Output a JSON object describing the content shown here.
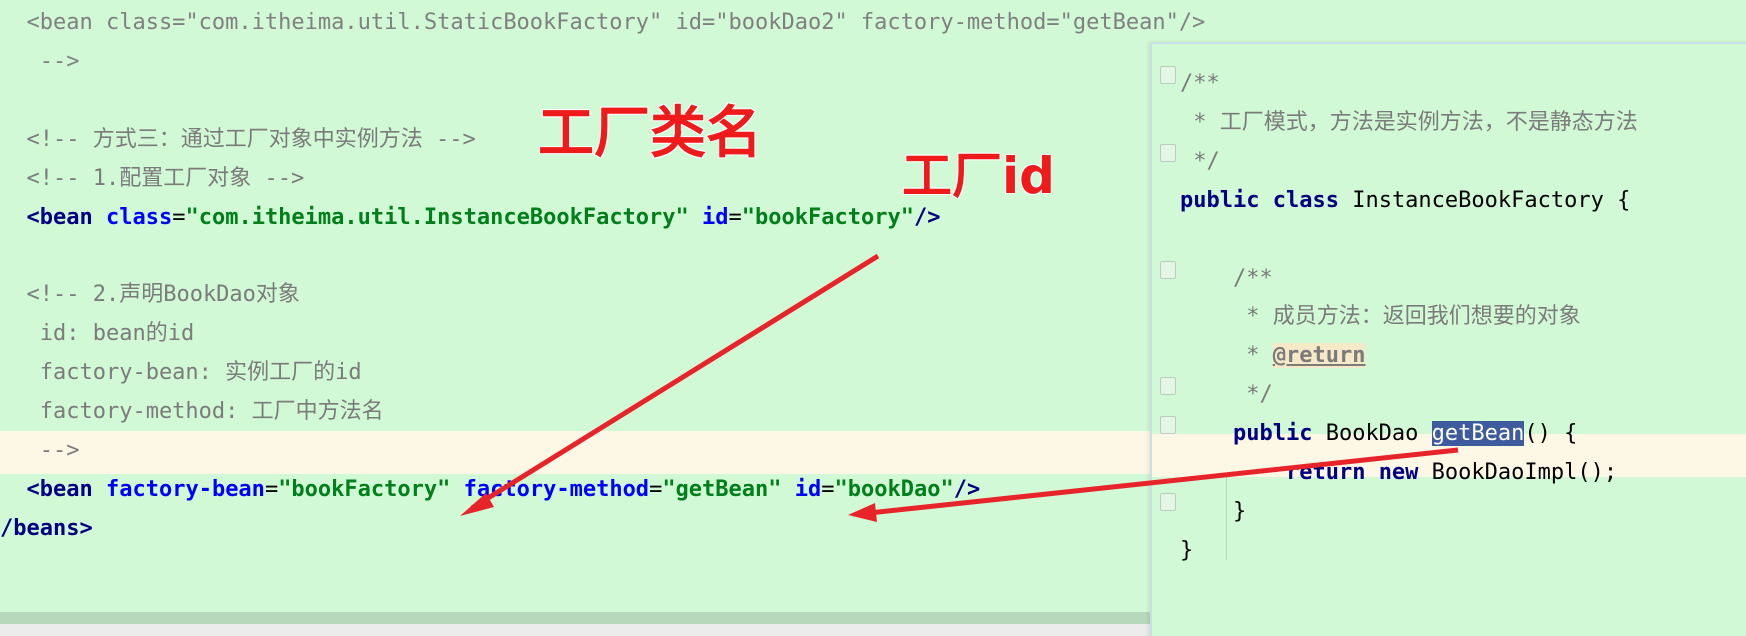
{
  "xml_editor": {
    "lines": [
      {
        "segments": [
          {
            "t": "  <bean class=\"com.itheima.util.StaticBookFactory\" id=\"bookDao2\" factory-method=\"getBean\"/>",
            "c": "c-dim"
          }
        ]
      },
      {
        "segments": [
          {
            "t": "   -->",
            "c": "c-dim"
          }
        ]
      },
      {
        "segments": []
      },
      {
        "segments": [
          {
            "t": "  <!-- 方式三：通过工厂对象中实例方法 -->",
            "c": "c-comment"
          }
        ]
      },
      {
        "segments": [
          {
            "t": "  <!-- 1.配置工厂对象 -->",
            "c": "c-comment"
          }
        ]
      },
      {
        "segments": [
          {
            "t": "  ",
            "c": "c-plain"
          },
          {
            "t": "<bean ",
            "c": "c-tag"
          },
          {
            "t": "class",
            "c": "c-attr"
          },
          {
            "t": "=",
            "c": "c-plain"
          },
          {
            "t": "\"com.itheima.util.InstanceBookFactory\"",
            "c": "c-str"
          },
          {
            "t": " ",
            "c": "c-plain"
          },
          {
            "t": "id",
            "c": "c-attr"
          },
          {
            "t": "=",
            "c": "c-plain"
          },
          {
            "t": "\"bookFactory\"",
            "c": "c-str"
          },
          {
            "t": "/>",
            "c": "c-tag"
          }
        ]
      },
      {
        "segments": []
      },
      {
        "segments": [
          {
            "t": "  <!-- 2.声明BookDao对象",
            "c": "c-comment"
          }
        ]
      },
      {
        "segments": [
          {
            "t": "   id: bean的id",
            "c": "c-comment"
          }
        ]
      },
      {
        "segments": [
          {
            "t": "   factory-bean: 实例工厂的id",
            "c": "c-comment"
          }
        ]
      },
      {
        "segments": [
          {
            "t": "   factory-method: 工厂中方法名",
            "c": "c-comment"
          }
        ]
      },
      {
        "segments": [
          {
            "t": "   -->",
            "c": "c-comment"
          }
        ]
      },
      {
        "segments": [
          {
            "t": "  ",
            "c": "c-plain"
          },
          {
            "t": "<bean ",
            "c": "c-tag"
          },
          {
            "t": "factory-bean",
            "c": "c-attr"
          },
          {
            "t": "=",
            "c": "c-plain"
          },
          {
            "t": "\"bookFactory\"",
            "c": "c-str"
          },
          {
            "t": " ",
            "c": "c-plain"
          },
          {
            "t": "factory-method",
            "c": "c-attr"
          },
          {
            "t": "=",
            "c": "c-plain"
          },
          {
            "t": "\"getBean\"",
            "c": "c-str"
          },
          {
            "t": " ",
            "c": "c-plain"
          },
          {
            "t": "id",
            "c": "c-attr"
          },
          {
            "t": "=",
            "c": "c-plain"
          },
          {
            "t": "\"bookDao\"",
            "c": "c-str"
          },
          {
            "t": "/>",
            "c": "c-tag"
          }
        ]
      },
      {
        "segments": [
          {
            "t": "/beans>",
            "c": "c-tag"
          }
        ]
      }
    ]
  },
  "java_popup": {
    "lines": [
      {
        "segments": [
          {
            "t": "/**",
            "c": "jdoc"
          }
        ]
      },
      {
        "segments": [
          {
            "t": " * 工厂模式，方法是实例方法，不是静态方法",
            "c": "jdoc"
          }
        ]
      },
      {
        "segments": [
          {
            "t": " */",
            "c": "jdoc"
          }
        ]
      },
      {
        "segments": [
          {
            "t": "public ",
            "c": "kw"
          },
          {
            "t": "class ",
            "c": "kw"
          },
          {
            "t": "InstanceBookFactory {",
            "c": ""
          }
        ]
      },
      {
        "segments": []
      },
      {
        "segments": [
          {
            "t": "    /**",
            "c": "jdoc"
          }
        ]
      },
      {
        "segments": [
          {
            "t": "     * 成员方法：返回我们想要的对象",
            "c": "jdoc"
          }
        ]
      },
      {
        "segments": [
          {
            "t": "     * ",
            "c": "jdoc"
          },
          {
            "t": "@return",
            "c": "ann"
          }
        ]
      },
      {
        "segments": [
          {
            "t": "     */",
            "c": "jdoc"
          }
        ]
      },
      {
        "segments": [
          {
            "t": "    ",
            "c": ""
          },
          {
            "t": "public ",
            "c": "kw"
          },
          {
            "t": "BookDao ",
            "c": ""
          },
          {
            "t": "getBean",
            "c": "sel"
          },
          {
            "t": "() {",
            "c": ""
          }
        ]
      },
      {
        "segments": [
          {
            "t": "        ",
            "c": ""
          },
          {
            "t": "return ",
            "c": "kw"
          },
          {
            "t": "new ",
            "c": "kw"
          },
          {
            "t": "BookDaoImpl();",
            "c": ""
          }
        ]
      },
      {
        "segments": [
          {
            "t": "    }",
            "c": ""
          }
        ]
      },
      {
        "segments": [
          {
            "t": "}",
            "c": ""
          }
        ]
      }
    ]
  },
  "annotations": {
    "factory_class_label": "工厂类名",
    "factory_id_label": "工厂id",
    "arrow_color": "#e8242b"
  }
}
